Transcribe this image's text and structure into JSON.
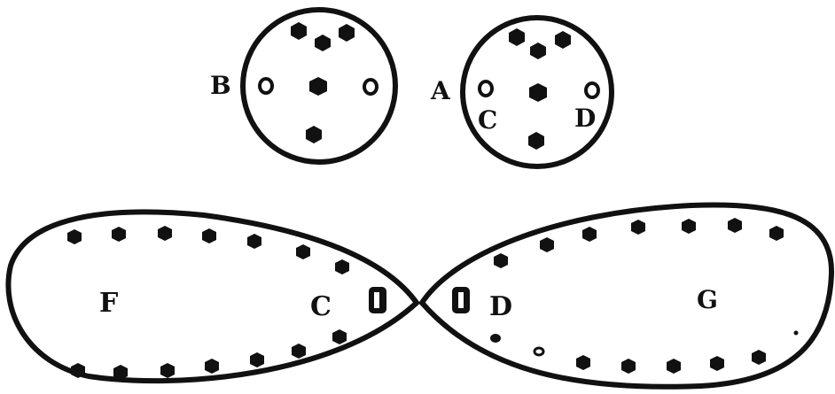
{
  "colors": {
    "ink": "#111111",
    "paper": "#ffffff"
  },
  "labels": {
    "B": "B",
    "A": "A",
    "C_top": "C",
    "D_top": "D",
    "F": "F",
    "C_bottom": "C",
    "D_bottom": "D",
    "G": "G"
  }
}
